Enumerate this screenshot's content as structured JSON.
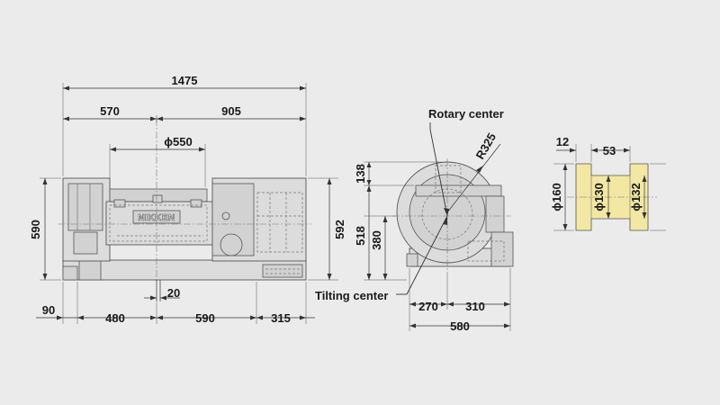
{
  "front_view": {
    "dims": {
      "overall_width": "1475",
      "left_to_rotary_center": "570",
      "rotary_center_to_right": "905",
      "table_diameter": "ϕ550",
      "overall_height": "590",
      "total_height": "592",
      "slot_width": "20",
      "base_offset": "90",
      "base_left": "480",
      "base_middle": "590",
      "base_right": "315"
    },
    "logo_text": "NIKKEN"
  },
  "side_view": {
    "rotary_center_label": "Rotary center",
    "tilting_center_label": "Tilting center",
    "dims": {
      "radius": "R325",
      "top_offset": "138",
      "height_518": "518",
      "height_380": "380",
      "base_left": "270",
      "base_right": "310",
      "base_total": "580"
    }
  },
  "spindle_detail": {
    "dims": {
      "flange": "12",
      "length": "53",
      "d160": "ϕ160",
      "d130": "ϕ130",
      "d132": "ϕ132"
    }
  },
  "colors": {
    "background": "#ebebeb",
    "body": "#dcdcdc",
    "highlight": "#f3e7a4",
    "line": "#333333"
  }
}
